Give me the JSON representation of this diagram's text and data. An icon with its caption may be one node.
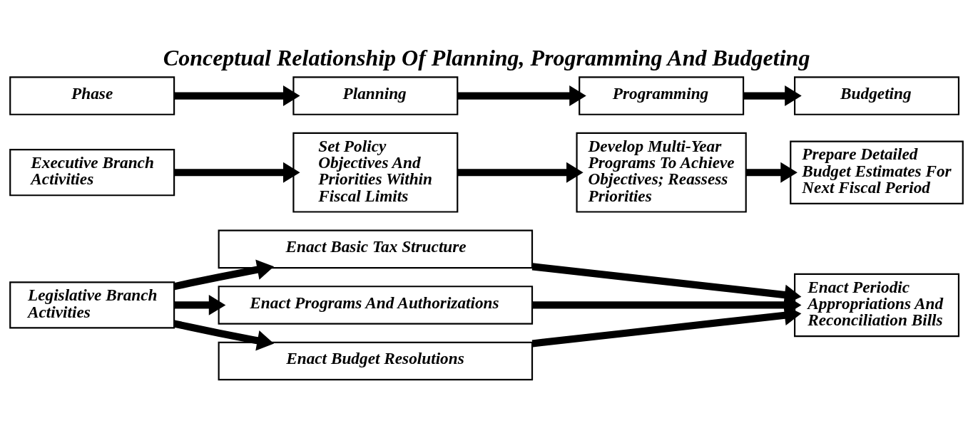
{
  "diagram": {
    "title": "Conceptual Relationship Of Planning, Programming And Budgeting",
    "nodes": [
      {
        "text": [
          "Phase"
        ]
      },
      {
        "text": [
          "Planning"
        ]
      },
      {
        "text": [
          "Programming"
        ]
      },
      {
        "text": [
          "Budgeting"
        ]
      },
      {
        "text": [
          "Executive Branch Activities"
        ]
      },
      {
        "text": [
          "Set Policy Objectives And Priorities Within Fiscal Limits"
        ]
      },
      {
        "text": [
          "Develop Multi-Year Programs To Achieve Objectives; Reassess Priorities"
        ]
      },
      {
        "text": [
          "Prepare Detailed Budget Estimates For Next Fiscal Period"
        ]
      },
      {
        "text": [
          "Legislative Branch Activities"
        ]
      },
      {
        "text": [
          "Enact Basic Tax Structure"
        ]
      },
      {
        "text": [
          "Enact Programs And Authorizations"
        ]
      },
      {
        "text": [
          "Enact Budget Resolutions"
        ]
      },
      {
        "text": [
          "Enact Periodic Appropriations And Reconciliation Bills"
        ]
      }
    ],
    "edges": [
      {
        "from": 0,
        "to": 1,
        "arrow": "to"
      },
      {
        "from": 1,
        "to": 2,
        "arrow": "to"
      },
      {
        "from": 2,
        "to": 3,
        "arrow": "to"
      },
      {
        "from": 4,
        "to": 5,
        "arrow": "to"
      },
      {
        "from": 5,
        "to": 6,
        "arrow": "to"
      },
      {
        "from": 6,
        "to": 7,
        "arrow": "to"
      },
      {
        "from": 8,
        "to": 9,
        "arrow": "to"
      },
      {
        "from": 8,
        "to": 10,
        "arrow": "to"
      },
      {
        "from": 8,
        "to": 11,
        "arrow": "to"
      },
      {
        "from": 9,
        "to": 12,
        "arrow": "to"
      },
      {
        "from": 10,
        "to": 12,
        "arrow": "to"
      },
      {
        "from": 11,
        "to": 12,
        "arrow": "to"
      }
    ]
  }
}
